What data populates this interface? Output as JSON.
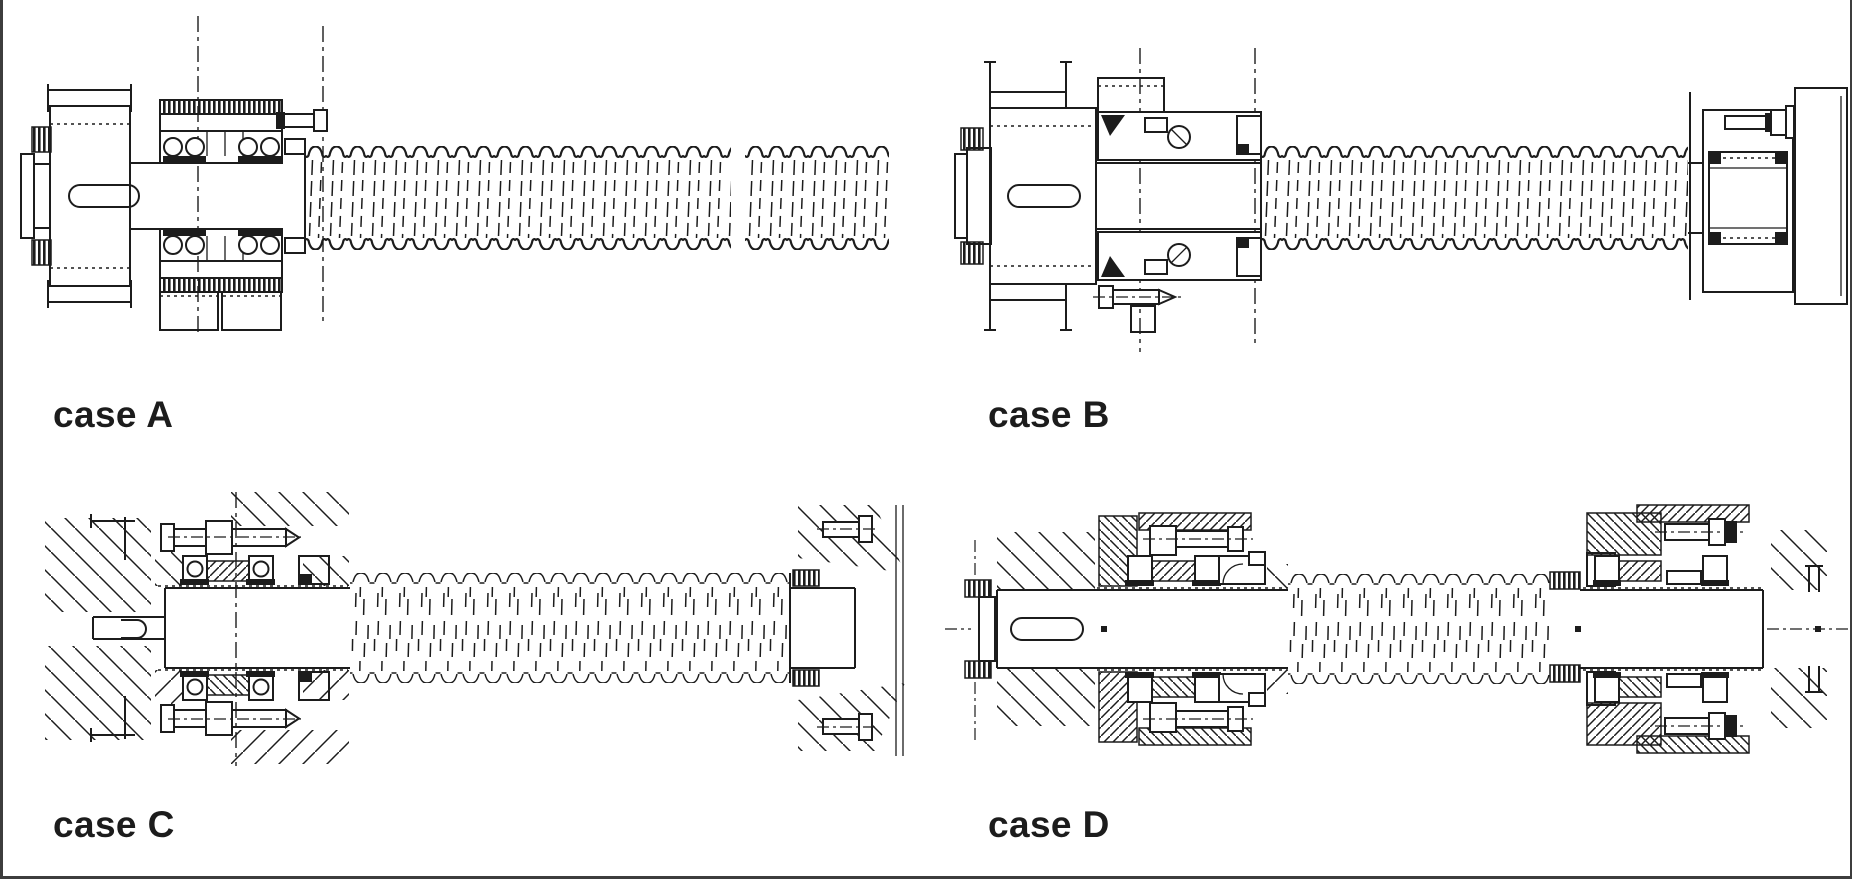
{
  "page": {
    "background": "#ffffff",
    "ink": "#1c1c1c",
    "frame_color": "#3d3d3d"
  },
  "panels": [
    {
      "id": "case-a",
      "label": "case A"
    },
    {
      "id": "case-b",
      "label": "case B"
    },
    {
      "id": "case-c",
      "label": "case C"
    },
    {
      "id": "case-d",
      "label": "case D"
    }
  ]
}
